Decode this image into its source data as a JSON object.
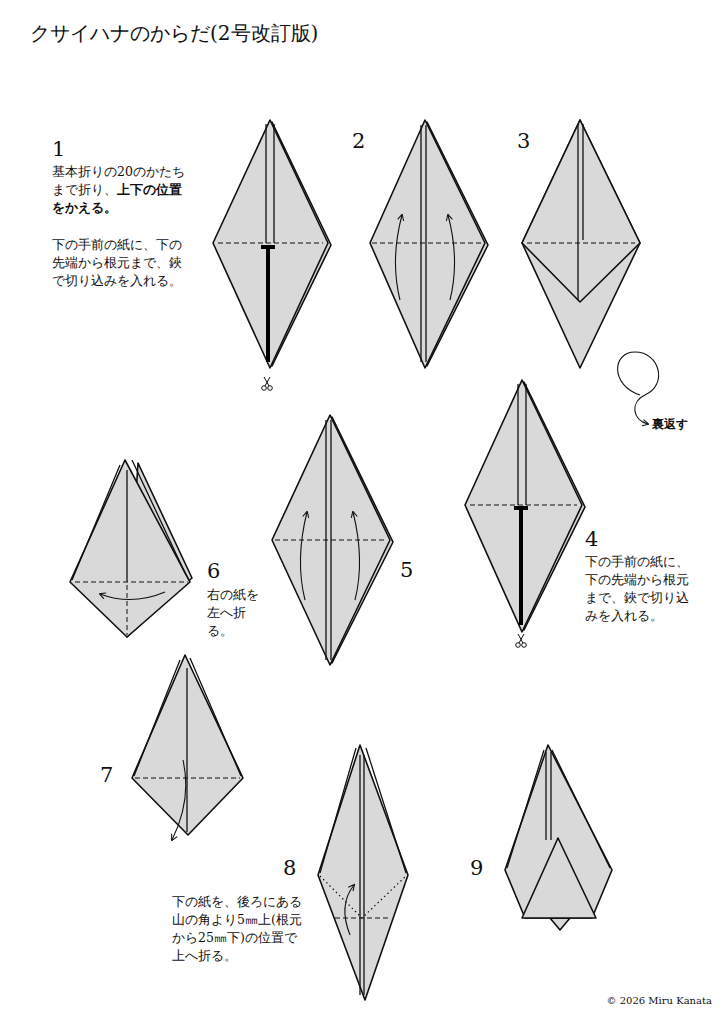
{
  "diagram": {
    "title": "クサイハナのからだ(2号改訂版)",
    "labels": [
      "1",
      "基本折りの20のかたちまで折り、",
      "上下の位置をかえる。",
      "下の手前の紙に、下の先端から根元まで、鋏で切り込みを入れる。",
      "2",
      "3",
      "裏返す",
      "4",
      "下の手前の紙に、下の先端から根元まで、鋏で切り込みを入れる。",
      "5",
      "6",
      "右の紙を左へ折る。",
      "7",
      "8",
      "下の紙を、後ろにある山の角より5㎜上(根元から25㎜下)の位置で上へ折る。",
      "9",
      "© 2026 Miru Kanata"
    ]
  }
}
